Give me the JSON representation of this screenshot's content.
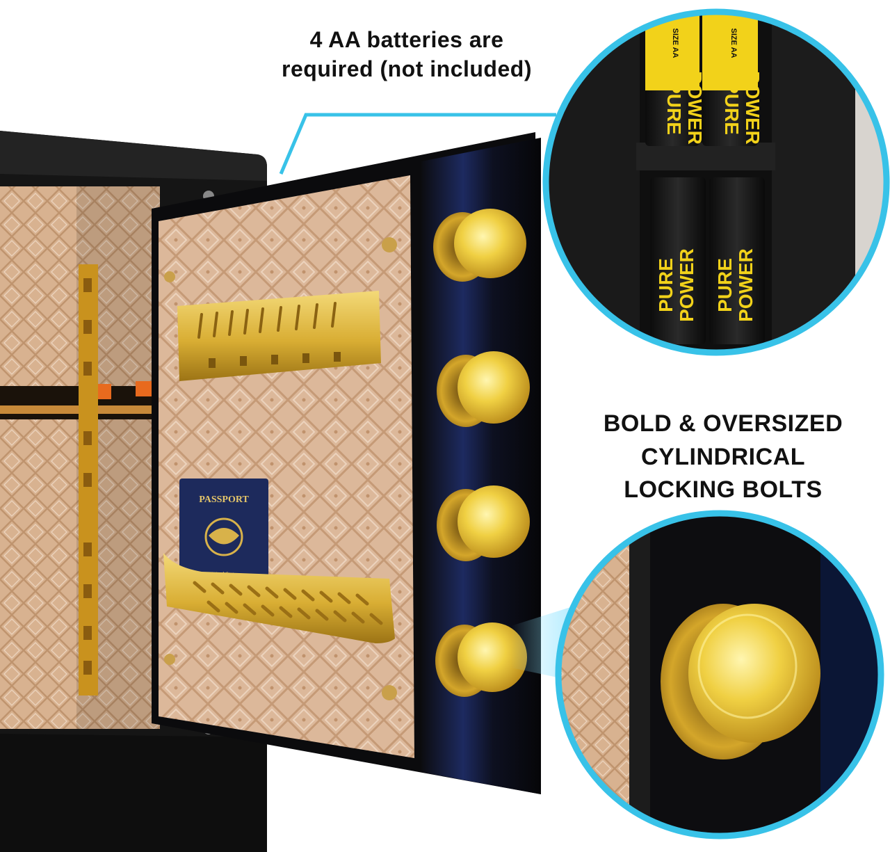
{
  "captions": {
    "batteries": {
      "line1": "4 AA batteries are",
      "line2": "required (not included)"
    },
    "bolts": {
      "line1": "BOLD & OVERSIZED",
      "line2": "CYLINDRICAL",
      "line3": "LOCKING BOLTS"
    }
  },
  "battery_labels": {
    "size": "SIZE AA",
    "brand_line1": "PURE",
    "brand_line2": "POWER"
  },
  "passport": {
    "title": "PASSPORT",
    "subtitle": "United States"
  },
  "colors": {
    "callout_ring": "#38c2e8",
    "safe_body": "#161616",
    "lining": "#d9b596",
    "gold": "#e6c23a",
    "battery_yellow": "#f2d21a",
    "passport_blue": "#1d2a5c"
  }
}
